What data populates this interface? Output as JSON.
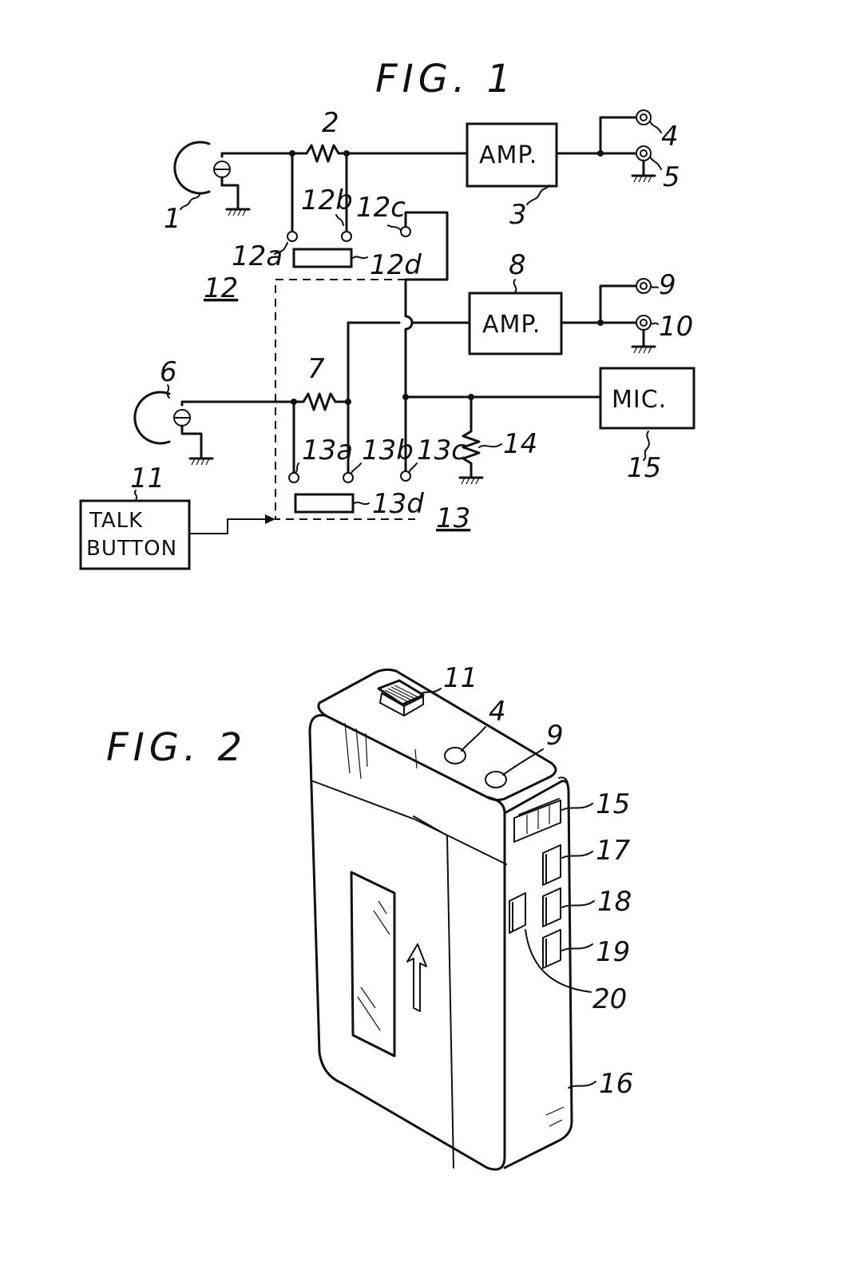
{
  "figures": {
    "fig1_title": "FIG. 1",
    "fig2_title": "FIG. 2"
  },
  "fig1": {
    "amp1_label": "AMP.",
    "amp2_label": "AMP.",
    "mic_label": "MIC.",
    "talk_line1": "TALK",
    "talk_line2": "BUTTON",
    "refs": {
      "r1": "1",
      "r2": "2",
      "r3": "3",
      "r4": "4",
      "r5": "5",
      "r6": "6",
      "r7": "7",
      "r8": "8",
      "r9": "9",
      "r10": "10",
      "r11": "11",
      "r12": "12",
      "r12a": "12a",
      "r12b": "12b",
      "r12c": "12c",
      "r12d": "12d",
      "r13": "13",
      "r13a": "13a",
      "r13b": "13b",
      "r13c": "13c",
      "r13d": "13d",
      "r14": "14",
      "r15": "15"
    }
  },
  "fig2": {
    "refs": {
      "r11": "11",
      "r4": "4",
      "r9": "9",
      "r15": "15",
      "r17": "17",
      "r18": "18",
      "r19": "19",
      "r20": "20",
      "r16": "16"
    }
  }
}
